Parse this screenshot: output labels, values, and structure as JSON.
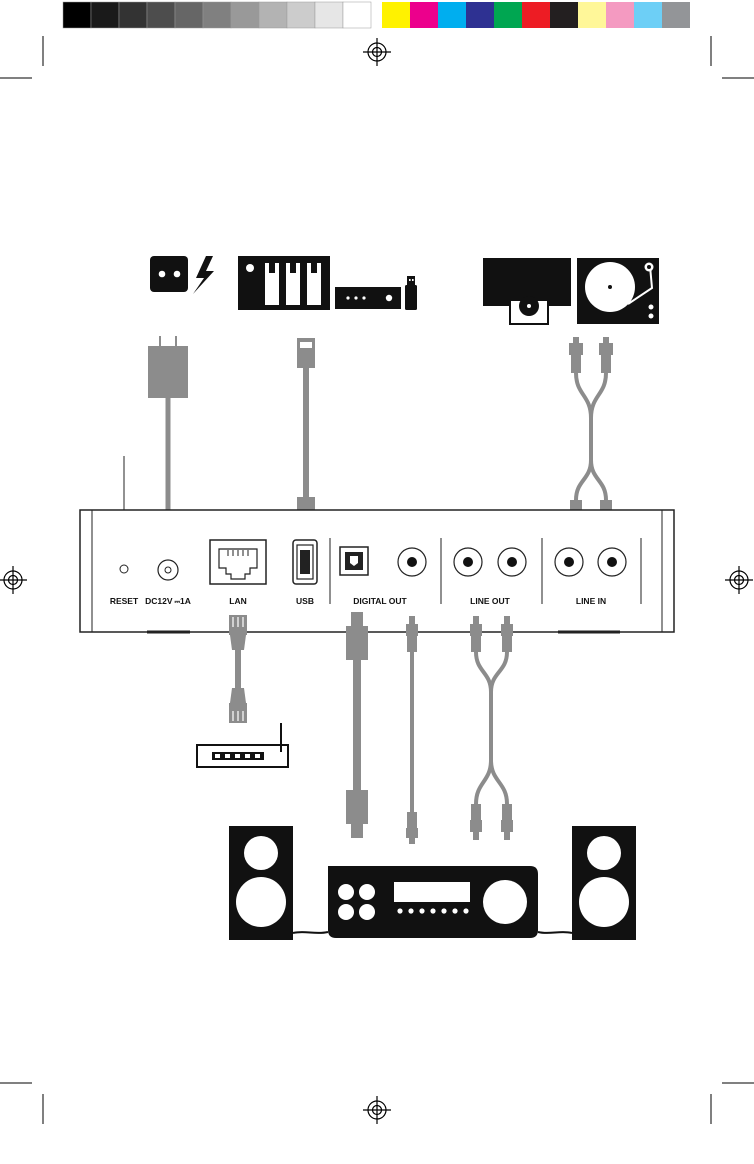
{
  "color_bar": {
    "grays": [
      "#000000",
      "#1a1a1a",
      "#333333",
      "#4d4d4d",
      "#666666",
      "#808080",
      "#999999",
      "#b3b3b3",
      "#cccccc",
      "#e6e6e6",
      "#ffffff"
    ],
    "colors": [
      "#fff200",
      "#ec008c",
      "#00aeef",
      "#2e3192",
      "#00a651",
      "#ed1c24",
      "#231f20",
      "#fff799",
      "#f49ac1",
      "#6dcff6",
      "#939598"
    ]
  },
  "device": {
    "ports": {
      "reset": "RESET",
      "dc": "DC12V",
      "dc_rating": "1A",
      "lan": "LAN",
      "usb": "USB",
      "digital_out": "DIGITAL OUT",
      "line_out": "LINE OUT",
      "line_in": "LINE IN"
    }
  },
  "colors": {
    "ink": "#111111",
    "cable": "#8c8c8c",
    "cable_dark": "#6e6e6e",
    "device_outline": "#222222"
  },
  "icons": [
    "power-outlet-icon",
    "lightning-icon",
    "nas-drive-icon",
    "media-player-icon",
    "usb-stick-icon",
    "cd-player-icon",
    "turntable-icon",
    "router-icon",
    "speaker-icon",
    "amplifier-icon",
    "registration-mark-icon",
    "crop-mark-icon"
  ]
}
